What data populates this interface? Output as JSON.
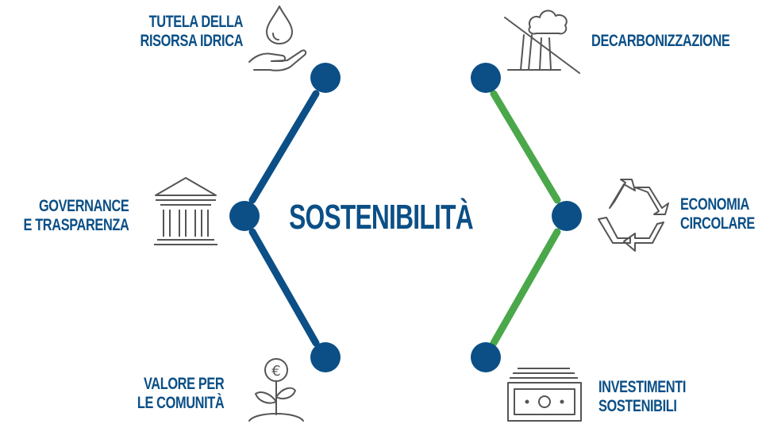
{
  "center_label": "SOSTENIBILITÀ",
  "colors": {
    "blue": "#0b4f86",
    "green": "#4aa84a",
    "icon_gray": "#555555"
  },
  "topics": [
    {
      "id": "water",
      "icon": "water-drop-hand-icon",
      "lines": [
        "TUTELA DELLA",
        "RISORSA IDRICA"
      ]
    },
    {
      "id": "decarb",
      "icon": "factory-crossed-icon",
      "lines": [
        "DECARBONIZZAZIONE"
      ]
    },
    {
      "id": "circular",
      "icon": "recycle-icon",
      "lines": [
        "ECONOMIA",
        "CIRCOLARE"
      ]
    },
    {
      "id": "invest",
      "icon": "banknote-stack-icon",
      "lines": [
        "INVESTIMENTI",
        "SOSTENIBILI"
      ]
    },
    {
      "id": "community",
      "icon": "euro-plant-icon",
      "lines": [
        "VALORE PER",
        "LE COMUNITÀ"
      ]
    },
    {
      "id": "governance",
      "icon": "institution-building-icon",
      "lines": [
        "GOVERNANCE",
        "E TRASPARENZA"
      ]
    }
  ]
}
